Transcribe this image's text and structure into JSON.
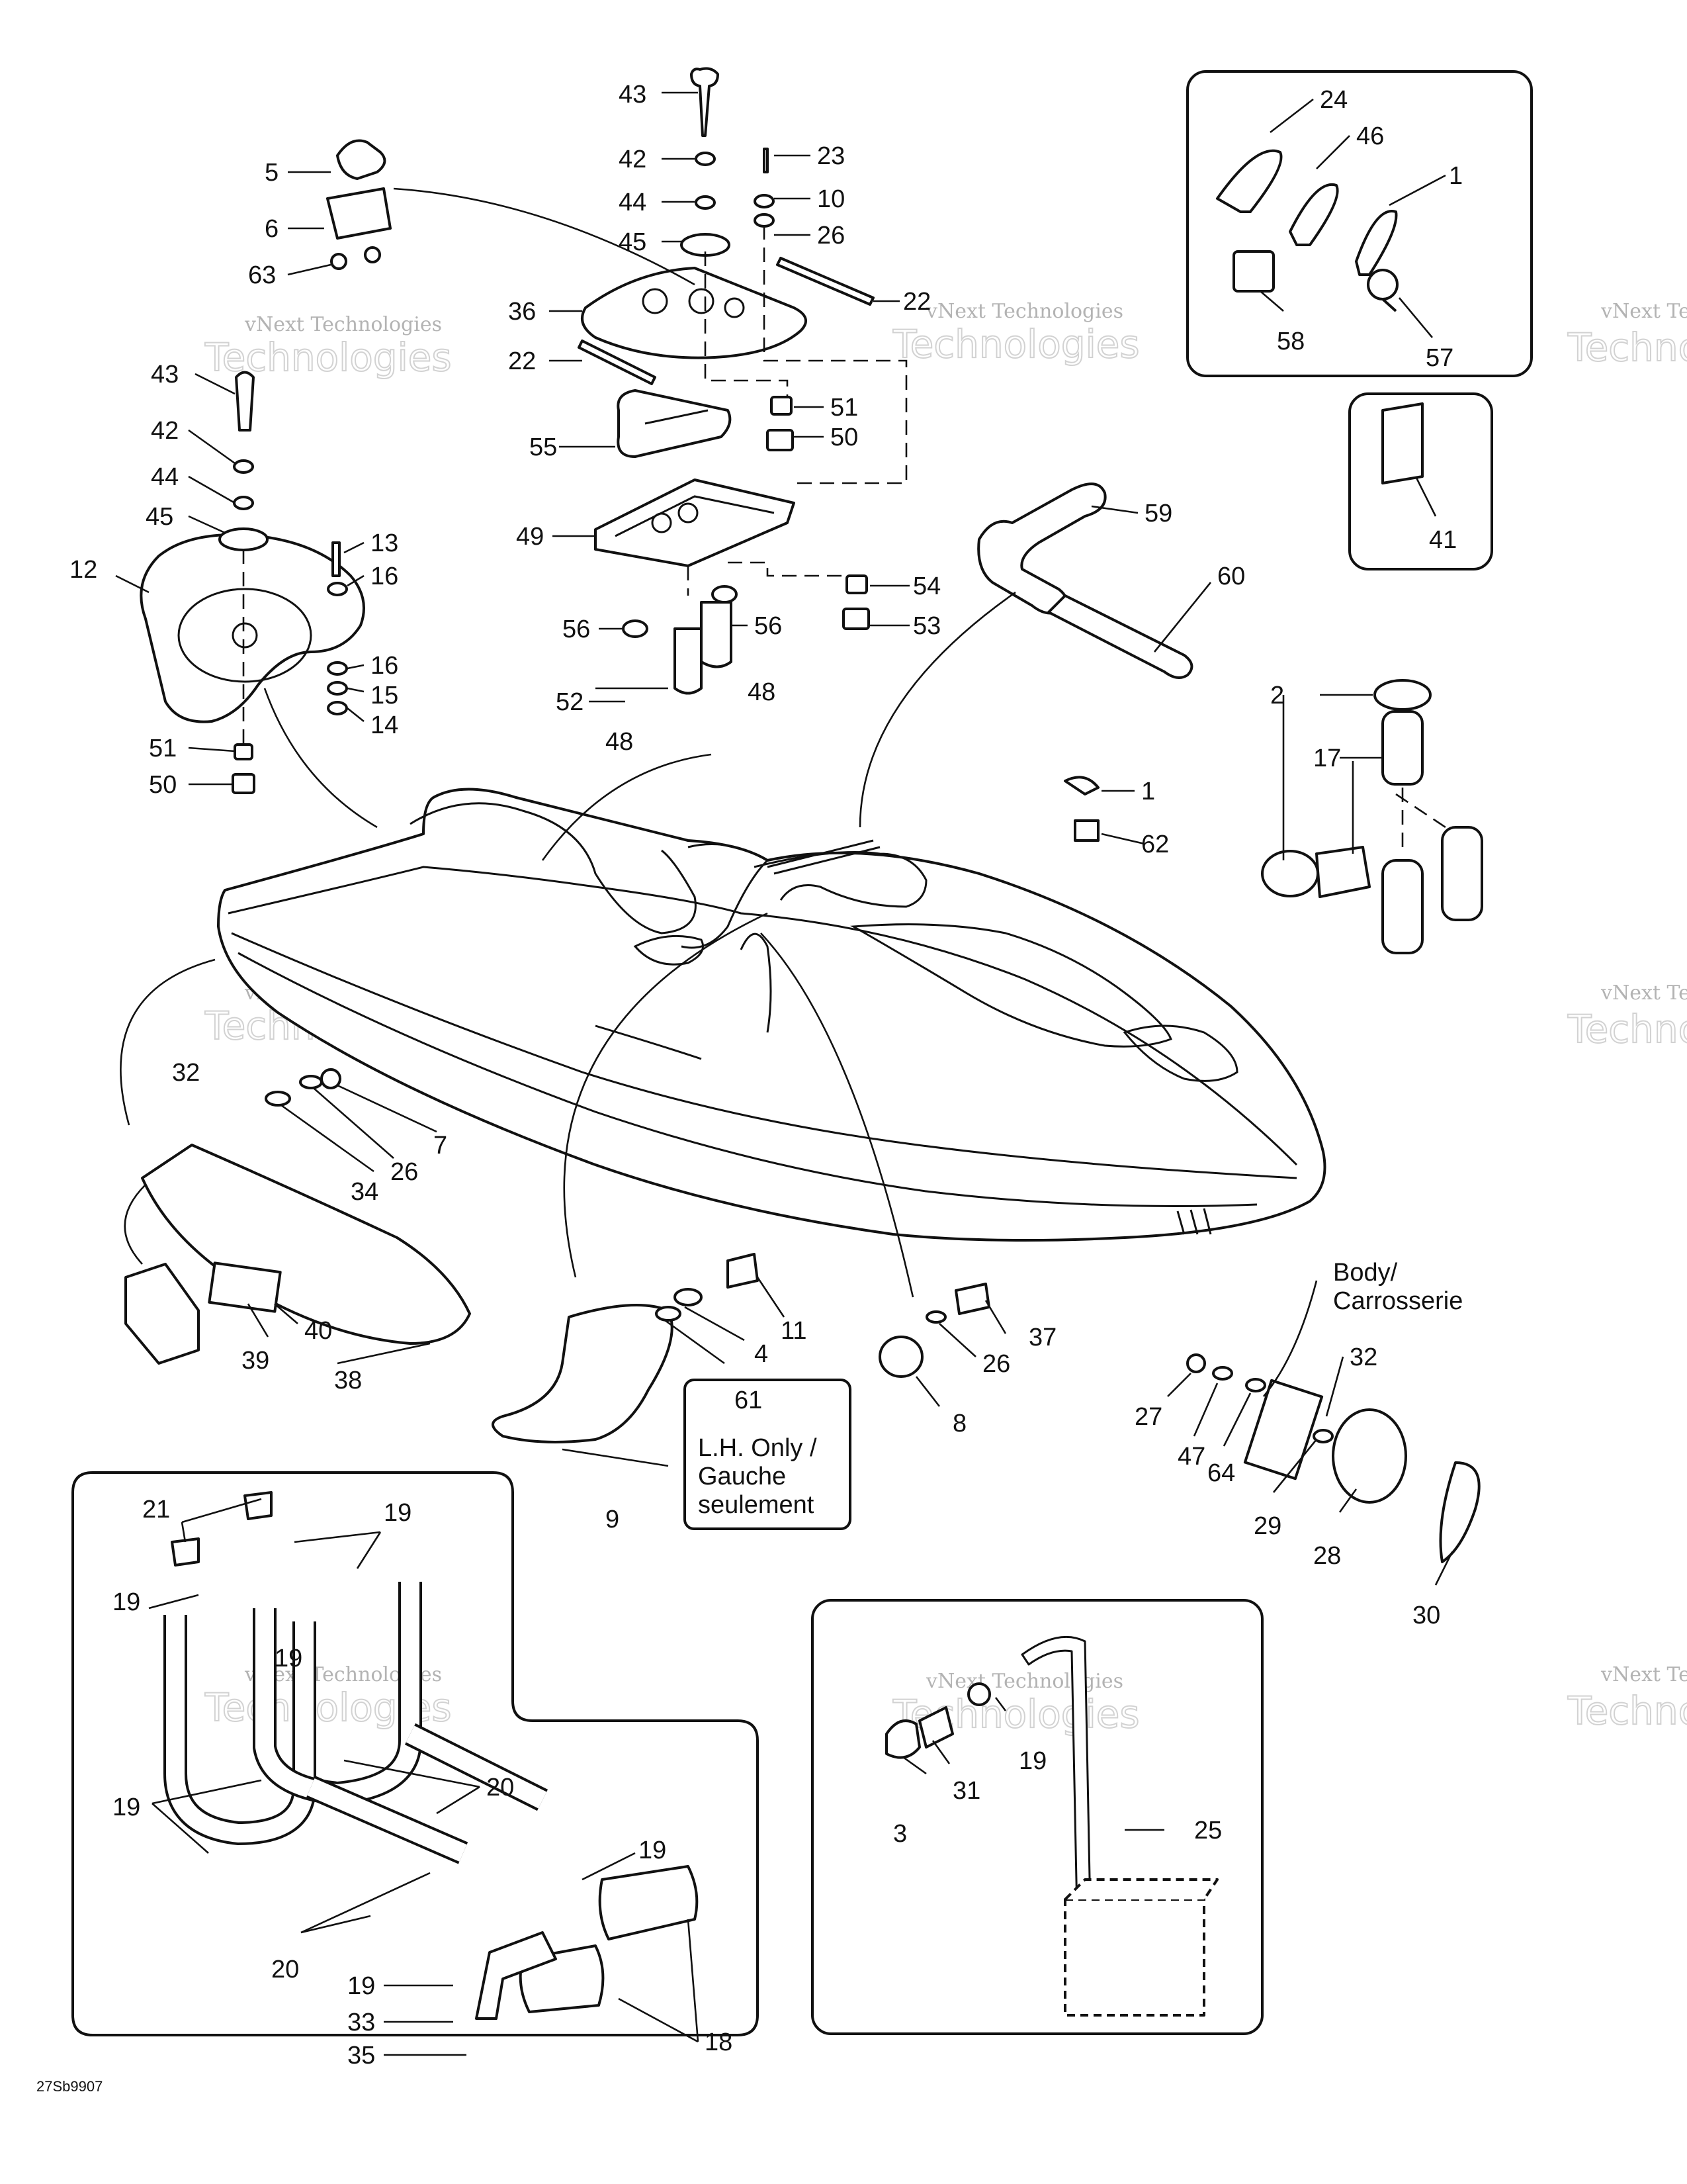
{
  "diagram": {
    "drawing_code": "27Sb9907",
    "watermark": {
      "line1": "vNext Technologies",
      "line2": "Technologies",
      "line3": "vNext"
    },
    "notes": {
      "lh_only": [
        "L.H. Only /",
        "Gauche",
        "seulement"
      ],
      "body": [
        "Body/",
        "Carrosserie"
      ]
    },
    "callouts": [
      {
        "id": "c43a",
        "label": "43"
      },
      {
        "id": "c42a",
        "label": "42"
      },
      {
        "id": "c44a",
        "label": "44"
      },
      {
        "id": "c45a",
        "label": "45"
      },
      {
        "id": "c23",
        "label": "23"
      },
      {
        "id": "c10",
        "label": "10"
      },
      {
        "id": "c26a",
        "label": "26"
      },
      {
        "id": "c22a",
        "label": "22"
      },
      {
        "id": "c36",
        "label": "36"
      },
      {
        "id": "c22b",
        "label": "22"
      },
      {
        "id": "c51a",
        "label": "51"
      },
      {
        "id": "c50a",
        "label": "50"
      },
      {
        "id": "c55",
        "label": "55"
      },
      {
        "id": "c49",
        "label": "49"
      },
      {
        "id": "c54",
        "label": "54"
      },
      {
        "id": "c53",
        "label": "53"
      },
      {
        "id": "c56a",
        "label": "56"
      },
      {
        "id": "c56b",
        "label": "56"
      },
      {
        "id": "c52",
        "label": "52"
      },
      {
        "id": "c48a",
        "label": "48"
      },
      {
        "id": "c48b",
        "label": "48"
      },
      {
        "id": "c5",
        "label": "5"
      },
      {
        "id": "c6",
        "label": "6"
      },
      {
        "id": "c63",
        "label": "63"
      },
      {
        "id": "c43b",
        "label": "43"
      },
      {
        "id": "c42b",
        "label": "42"
      },
      {
        "id": "c44b",
        "label": "44"
      },
      {
        "id": "c45b",
        "label": "45"
      },
      {
        "id": "c13",
        "label": "13"
      },
      {
        "id": "c16a",
        "label": "16"
      },
      {
        "id": "c12",
        "label": "12"
      },
      {
        "id": "c16b",
        "label": "16"
      },
      {
        "id": "c15",
        "label": "15"
      },
      {
        "id": "c14",
        "label": "14"
      },
      {
        "id": "c51b",
        "label": "51"
      },
      {
        "id": "c50b",
        "label": "50"
      },
      {
        "id": "c24",
        "label": "24"
      },
      {
        "id": "c46",
        "label": "46"
      },
      {
        "id": "c1a",
        "label": "1"
      },
      {
        "id": "c58",
        "label": "58"
      },
      {
        "id": "c57",
        "label": "57"
      },
      {
        "id": "c41",
        "label": "41"
      },
      {
        "id": "c59",
        "label": "59"
      },
      {
        "id": "c60",
        "label": "60"
      },
      {
        "id": "c2",
        "label": "2"
      },
      {
        "id": "c17",
        "label": "17"
      },
      {
        "id": "c1b",
        "label": "1"
      },
      {
        "id": "c62",
        "label": "62"
      },
      {
        "id": "c32a",
        "label": "32"
      },
      {
        "id": "c7",
        "label": "7"
      },
      {
        "id": "c26b",
        "label": "26"
      },
      {
        "id": "c34",
        "label": "34"
      },
      {
        "id": "c39",
        "label": "39"
      },
      {
        "id": "c40",
        "label": "40"
      },
      {
        "id": "c38",
        "label": "38"
      },
      {
        "id": "c11",
        "label": "11"
      },
      {
        "id": "c4",
        "label": "4"
      },
      {
        "id": "c61",
        "label": "61"
      },
      {
        "id": "c9",
        "label": "9"
      },
      {
        "id": "c37",
        "label": "37"
      },
      {
        "id": "c26c",
        "label": "26"
      },
      {
        "id": "c8",
        "label": "8"
      },
      {
        "id": "c32b",
        "label": "32"
      },
      {
        "id": "c27",
        "label": "27"
      },
      {
        "id": "c47",
        "label": "47"
      },
      {
        "id": "c64",
        "label": "64"
      },
      {
        "id": "c29",
        "label": "29"
      },
      {
        "id": "c28",
        "label": "28"
      },
      {
        "id": "c30",
        "label": "30"
      },
      {
        "id": "c21",
        "label": "21"
      },
      {
        "id": "c19a",
        "label": "19"
      },
      {
        "id": "c19b",
        "label": "19"
      },
      {
        "id": "c19c",
        "label": "19"
      },
      {
        "id": "c19d",
        "label": "19"
      },
      {
        "id": "c20a",
        "label": "20"
      },
      {
        "id": "c19e",
        "label": "19"
      },
      {
        "id": "c20b",
        "label": "20"
      },
      {
        "id": "c19f",
        "label": "19"
      },
      {
        "id": "c33",
        "label": "33"
      },
      {
        "id": "c35",
        "label": "35"
      },
      {
        "id": "c18",
        "label": "18"
      },
      {
        "id": "c19g",
        "label": "19"
      },
      {
        "id": "c3",
        "label": "3"
      },
      {
        "id": "c31",
        "label": "31"
      },
      {
        "id": "c25",
        "label": "25"
      }
    ]
  }
}
